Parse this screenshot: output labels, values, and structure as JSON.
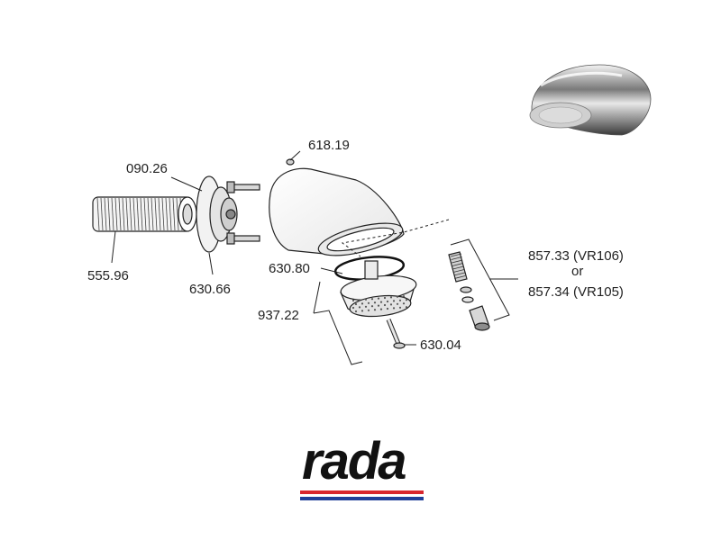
{
  "labels": {
    "p618_19": "618.19",
    "p090_26": "090.26",
    "p555_96": "555.96",
    "p630_66": "630.66",
    "p630_80": "630.80",
    "p937_22": "937.22",
    "p630_04": "630.04",
    "p857_33": "857.33 (VR106)",
    "or_text": "or",
    "p857_34": "857.34 (VR105)"
  },
  "brand": {
    "name": "rada",
    "stripe_colors": [
      "#d7262e",
      "#1f3f99"
    ]
  }
}
